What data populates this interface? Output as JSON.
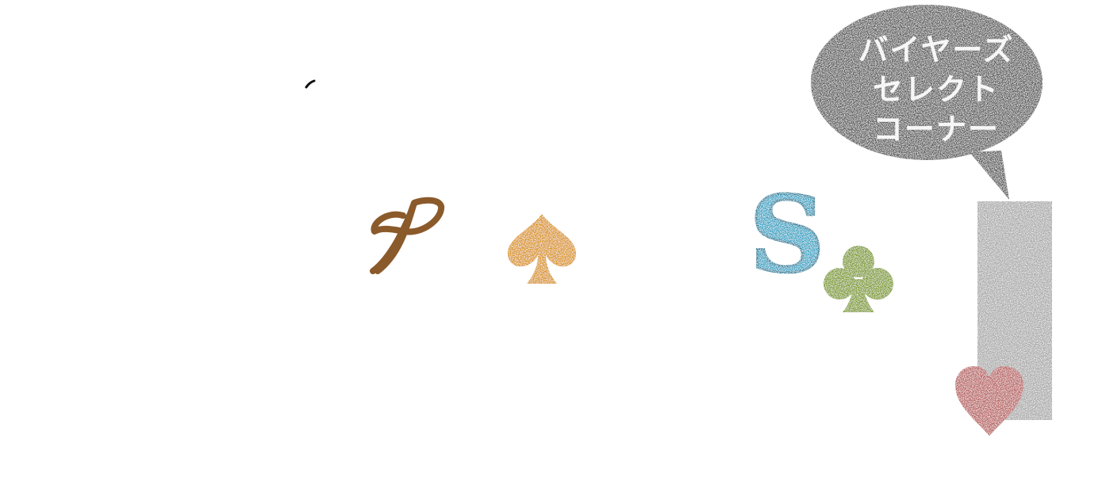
{
  "bubble": {
    "line1": "バイヤーズ",
    "line2": "セレクト",
    "line3": "コーナー"
  },
  "letters": {
    "script_p": "P",
    "stamp_s": "S"
  },
  "colors": {
    "bubble": "#555555",
    "bar": "#a8a8a8",
    "script_p": "#8b5a2b",
    "spade": "#d99210",
    "stamp_s": "#2ba3c4",
    "club": "#7a9a1e",
    "heart": "#b85c5c"
  },
  "icons": [
    "speech-bubble-icon",
    "spade-icon",
    "club-icon",
    "heart-icon"
  ]
}
